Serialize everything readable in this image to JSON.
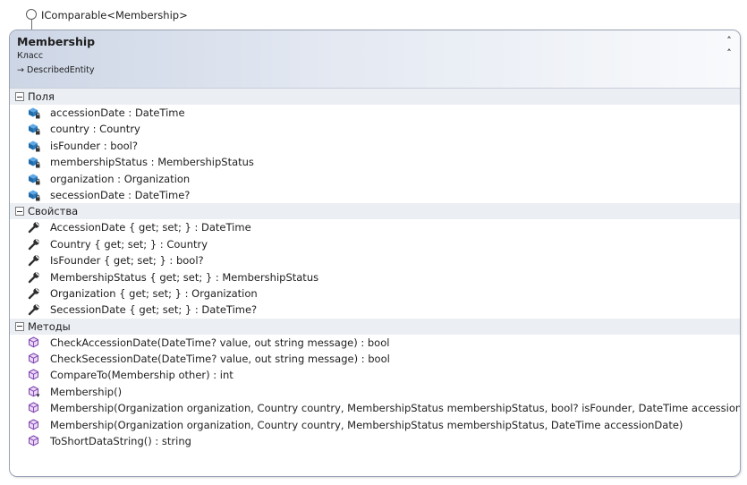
{
  "interface_label": "IComparable<Membership>",
  "class": {
    "name": "Membership",
    "kind": "Класс",
    "base": "DescribedEntity"
  },
  "sections": {
    "fields": {
      "title": "Поля",
      "items": [
        "accessionDate : DateTime",
        "country : Country",
        "isFounder : bool?",
        "membershipStatus : MembershipStatus",
        "organization : Organization",
        "secessionDate : DateTime?"
      ]
    },
    "properties": {
      "title": "Свойства",
      "items": [
        "AccessionDate { get; set; } : DateTime",
        "Country { get; set; } : Country",
        "IsFounder { get; set; } : bool?",
        "MembershipStatus { get; set; } : MembershipStatus",
        "Organization { get; set; } : Organization",
        "SecessionDate { get; set; } : DateTime?"
      ]
    },
    "methods": {
      "title": "Методы",
      "items": [
        "CheckAccessionDate(DateTime? value, out string message) : bool",
        "CheckSecessionDate(DateTime? value, out string message) : bool",
        "CompareTo(Membership other) : int",
        "Membership()",
        "Membership(Organization organization,  Country country,  MembershipStatus membershipStatus,  bool? isFounder,  DateTime accessionDate)",
        "Membership(Organization organization,  Country country,  MembershipStatus membershipStatus,  DateTime accessionDate)",
        "ToShortDataString() : string"
      ]
    }
  },
  "colors": {
    "field_icon": "#2b7bbf",
    "method_icon": "#8a4ab5",
    "header_gradient_start": "#cdd6e6",
    "section_bg": "#ebeef3"
  }
}
